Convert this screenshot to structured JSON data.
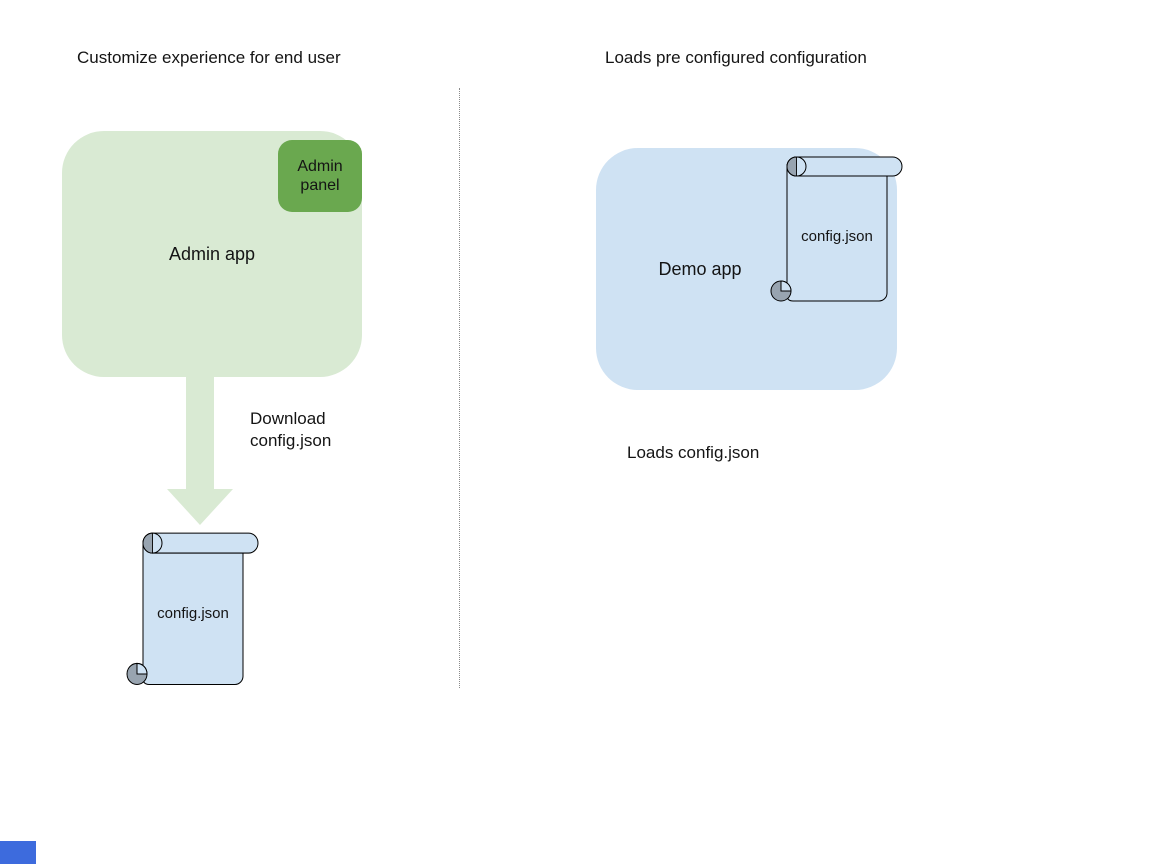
{
  "left_section": {
    "title": "Customize experience for end user",
    "admin_app": {
      "label": "Admin app"
    },
    "admin_panel": {
      "label": "Admin panel"
    },
    "download_label": [
      "Download",
      "config.json"
    ],
    "config_file": {
      "label": "config.json"
    }
  },
  "right_section": {
    "title": "Loads pre configured configuration",
    "demo_app": {
      "label": "Demo app"
    },
    "config_file": {
      "label": "config.json"
    },
    "caption": "Loads config.json"
  },
  "colors": {
    "admin_app_fill": "#d9ead3",
    "admin_panel_fill": "#6aa84f",
    "arrow_fill": "#d9ead3",
    "demo_app_fill": "#cfe2f3",
    "scroll_fill": "#cfe2f3",
    "scroll_curl_gray": "#98a4b0",
    "outline": "#000000",
    "divider_gray": "#8a8a8a",
    "corner_shape_blue": "#3d6bdd",
    "text": "#141414",
    "background": "#ffffff"
  }
}
